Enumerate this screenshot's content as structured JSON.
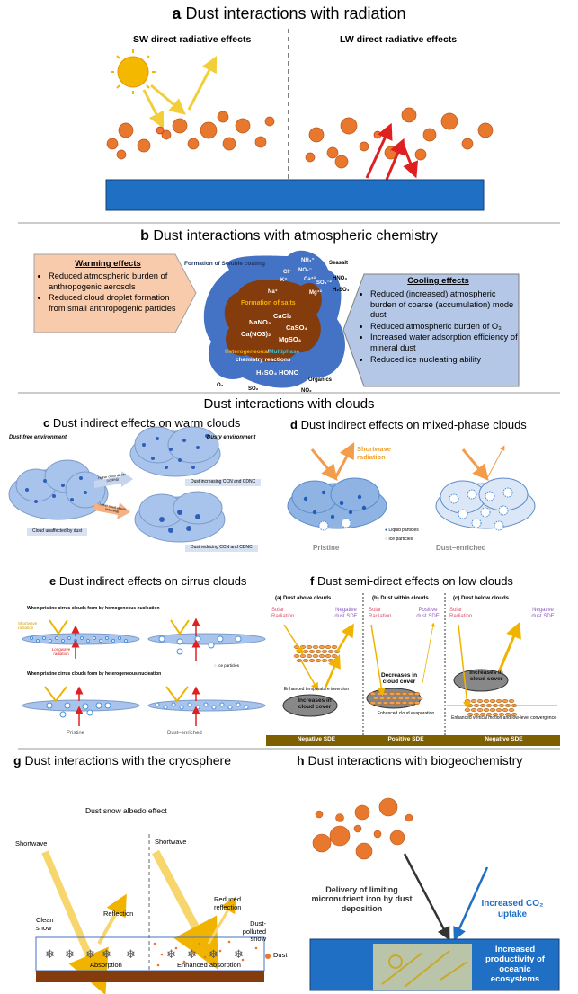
{
  "panel_a": {
    "letter": "a",
    "title": "Dust interactions with radiation",
    "sw_label": "SW direct radiative effects",
    "lw_label": "LW direct radiative effects"
  },
  "panel_b": {
    "letter": "b",
    "title": "Dust interactions with atmospheric chemistry",
    "warming": {
      "heading": "Warming effects",
      "items": [
        "Reduced atmospheric burden of anthropogenic aerosols",
        "Reduced cloud droplet formation from small anthropogenic particles"
      ]
    },
    "cooling": {
      "heading": "Cooling effects",
      "items": [
        "Reduced (increased) atmospheric burden of coarse (accumulation) mode dust",
        "Reduced atmospheric burden of O₃",
        "Increased water adsorption efficiency of mineral dust",
        "Reduced ice nucleating ability"
      ]
    },
    "soluble_coating": "Formation of Soluble coating",
    "salts": "Formation of salts",
    "heterogeneous": "Heterogeneous",
    "slash": "/",
    "multiphase": "Multiphase",
    "chemistry_reactions": "chemistry reactions",
    "inner_species": [
      "NH₄⁺",
      "Cl⁻",
      "NO₃⁻",
      "K⁺",
      "Ca⁺²",
      "SO₄⁻²",
      "Na⁺",
      "Mg⁺²",
      "NaNO₃",
      "CaCl₂",
      "CaSO₄",
      "Ca(NO3)₂",
      "MgSO₄",
      "H₂SO₄",
      "HONO"
    ],
    "outer_species": [
      "Seasalt",
      "HNO₃",
      "H₂SO₄",
      "Organics",
      "O₃",
      "SO₂",
      "NO₂"
    ]
  },
  "clouds_header": "Dust interactions with clouds",
  "panel_c": {
    "letter": "c",
    "title": "Dust indirect effects on warm clouds",
    "dust_free": "Dust-free environment",
    "dusty": "Dusty environment",
    "arrow_up": "Higher cloud albedo (cooling)",
    "arrow_down": "Lower cloud albedo (warming)",
    "unaffected": "Cloud unaffected by dust",
    "increasing": "Dust increasing CCN and CDNC",
    "reducing": "Dust reducing CCN and CDNC"
  },
  "panel_d": {
    "letter": "d",
    "title": "Dust indirect effects on mixed-phase clouds",
    "shortwave": "Shortwave radiation",
    "liquid": "Liquid particles",
    "ice": "Ice particles",
    "pristine": "Pristine",
    "dust_enriched": "Dust–enriched"
  },
  "panel_e": {
    "letter": "e",
    "title": "Dust indirect effects on cirrus clouds",
    "homogeneous": "When pristine cirrus clouds form by homogeneous nucleation",
    "heterogeneous": "When pristine cirrus clouds form by heterogeneous nucleation",
    "shortwave": "Shortwave radiation",
    "longwave": "Longwave radiation",
    "ice": "Ice particles",
    "pristine": "Pristine",
    "dust_enriched": "Dust–enriched"
  },
  "panel_f": {
    "letter": "f",
    "title": "Dust semi-direct effects on low clouds",
    "columns": [
      {
        "heading": "(a) Dust above clouds",
        "solar": "Solar Radiation",
        "sde": "Negative dust SDE",
        "cloud": "Increases in cloud cover",
        "note": "Enhanced temperature inversion",
        "bar": "Negative SDE"
      },
      {
        "heading": "(b) Dust within clouds",
        "solar": "Solar Radiation",
        "sde": "Positive dust SDE",
        "cloud": "Decreases in cloud cover",
        "note": "Enhanced cloud evaporation",
        "bar": "Positive SDE"
      },
      {
        "heading": "(c) Dust below clouds",
        "solar": "Solar Radiation",
        "sde": "Negative dust SDE",
        "cloud": "Increases in cloud cover",
        "note": "Enhanced vertical motion and low-level convergence",
        "bar": "Negative SDE"
      }
    ]
  },
  "panel_g": {
    "letter": "g",
    "title": "Dust interactions with the cryosphere",
    "subtitle": "Dust snow albedo effect",
    "shortwave_left": "Shortwave",
    "shortwave_right": "Shortwave",
    "reflection": "Reflection",
    "reduced_reflection": "Reduced reflection",
    "clean_snow": "Clean snow",
    "polluted_snow": "Dust-polluted snow",
    "absorption": "Absorption",
    "enhanced_absorption": "Enhanced absorption",
    "dust_legend": "Dust"
  },
  "panel_h": {
    "letter": "h",
    "title": "Dust interactions with biogeochemistry",
    "delivery": "Delivery of limiting micronutrient iron by dust deposition",
    "co2": "Increased CO₂ uptake",
    "productivity": "Increased productivity of oceanic ecosystems"
  },
  "colors": {
    "dust": "#e8782e",
    "ocean": "#1f6fc5",
    "sun": "#f5b800",
    "lw_arrow": "#e02020",
    "sw_arrow": "#f2cf3a",
    "warming_box": "#f8cbad",
    "cooling_box": "#b4c7e7",
    "blob_blue": "#4472c4",
    "blob_brown": "#843c0c",
    "sde_bar": "#7f6000"
  }
}
